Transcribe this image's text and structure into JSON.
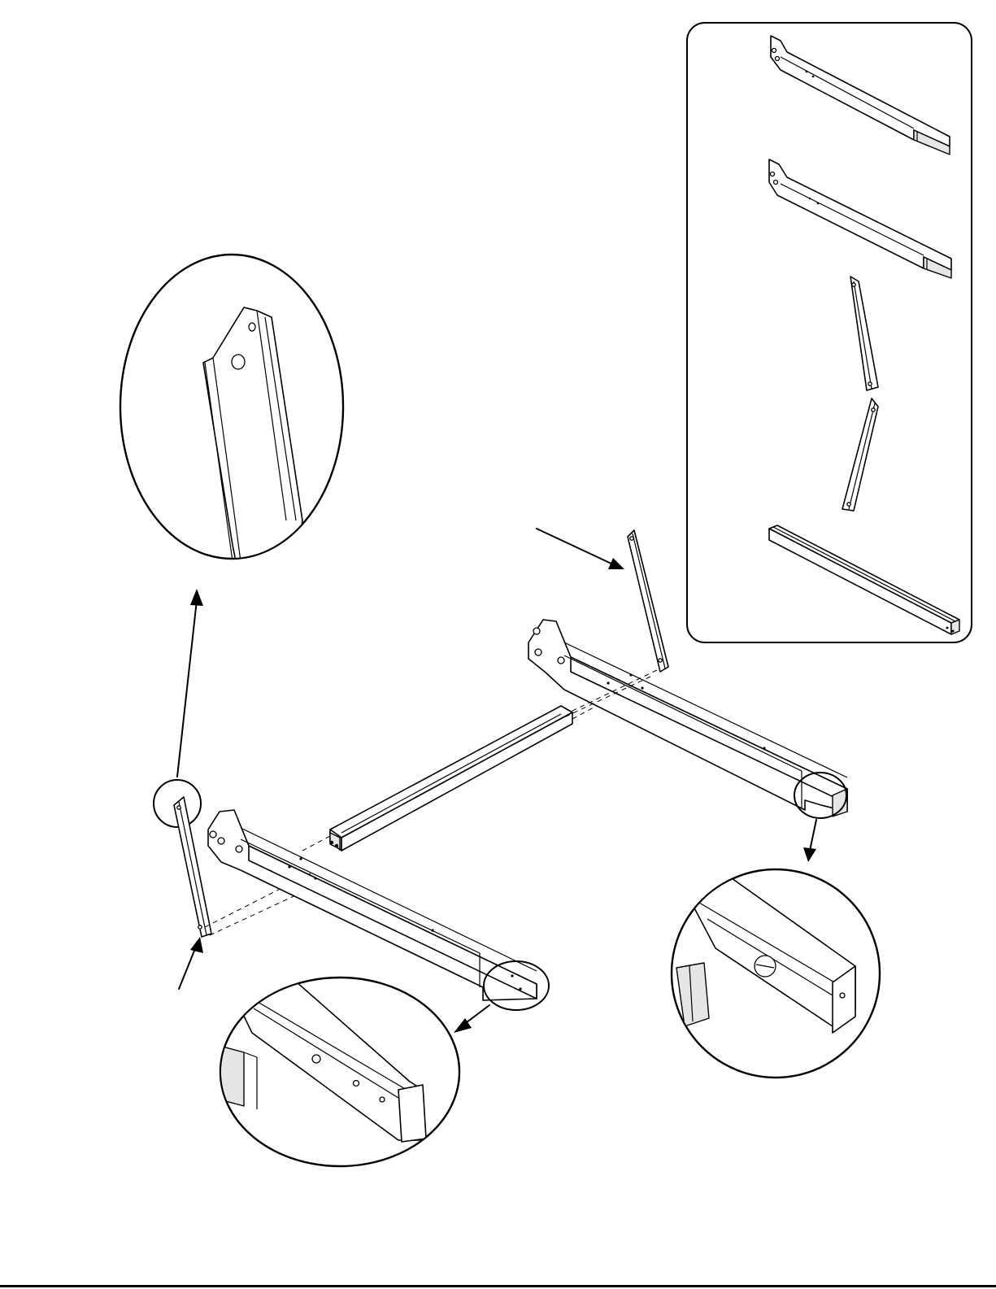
{
  "diagram": {
    "type": "assembly-instruction",
    "style": "black line-art, no printed text",
    "colors": {
      "line": "#000000",
      "background": "#ffffff",
      "shade": "#e6e6e6"
    },
    "parts_panel_items": [
      "side-rail-long",
      "side-rail-with-extension",
      "angled-brace-left",
      "angled-brace-right",
      "cross-bar"
    ],
    "detail_callouts": [
      "brace-top-end-detail",
      "front-rail-end-detail",
      "rear-rail-end-detail"
    ]
  }
}
